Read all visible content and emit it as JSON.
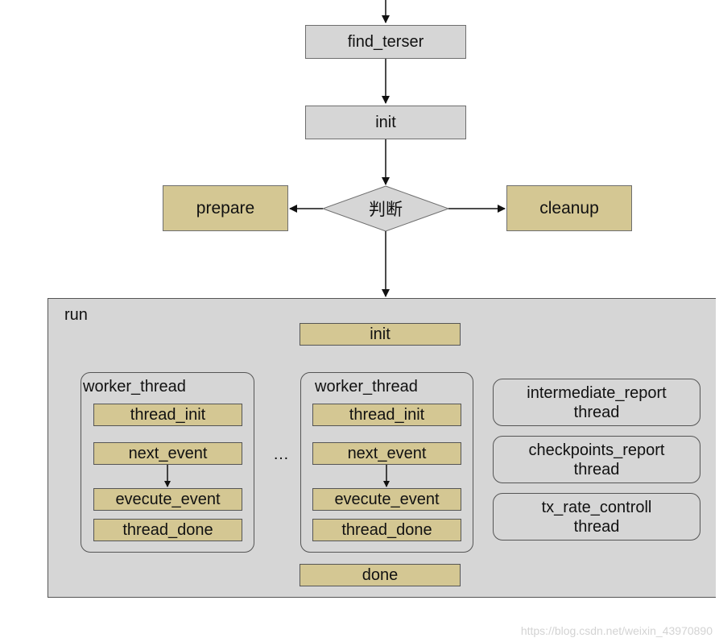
{
  "flow": {
    "find_terser": "find_terser",
    "init": "init",
    "decision": "判断",
    "prepare": "prepare",
    "cleanup": "cleanup"
  },
  "run": {
    "label": "run",
    "init": "init",
    "done": "done",
    "ellipsis": "…",
    "workers": [
      {
        "title": "worker_thread",
        "steps": [
          "thread_init",
          "next_event",
          "evecute_event",
          "thread_done"
        ]
      },
      {
        "title": "worker_thread",
        "steps": [
          "thread_init",
          "next_event",
          "evecute_event",
          "thread_done"
        ]
      }
    ],
    "threads": [
      {
        "line1": "intermediate_report",
        "line2": "thread"
      },
      {
        "line1": "checkpoints_report",
        "line2": "thread"
      },
      {
        "line1": "tx_rate_controll",
        "line2": "thread"
      }
    ]
  },
  "watermark": "https://blog.csdn.net/weixin_43970890"
}
